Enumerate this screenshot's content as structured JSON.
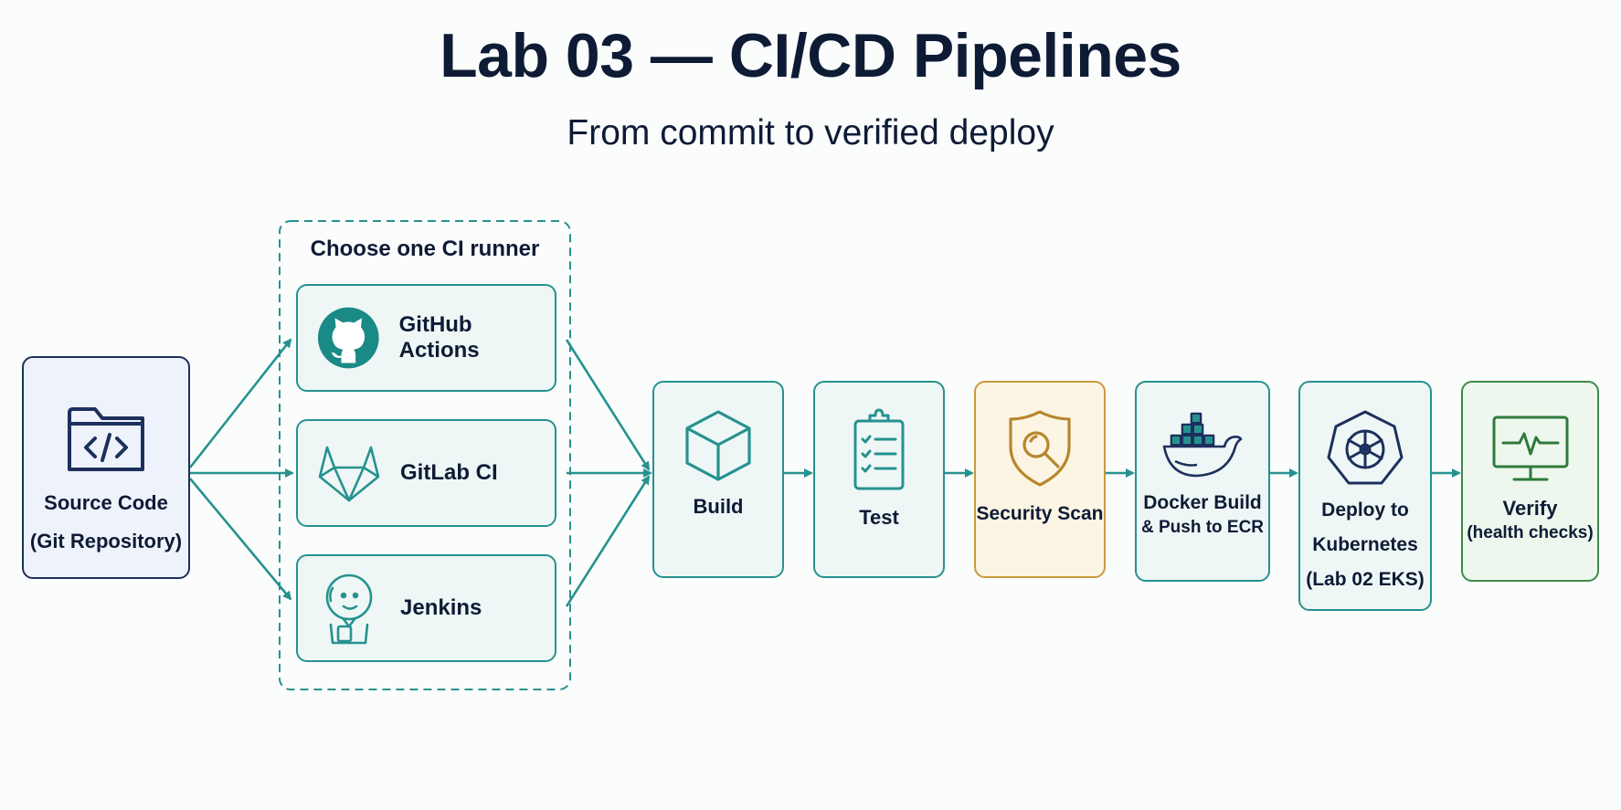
{
  "header": {
    "title": "Lab 03 — CI/CD Pipelines",
    "subtitle": "From commit to verified deploy"
  },
  "source": {
    "label": "Source Code",
    "sublabel": "(Git Repository)",
    "icon": "folder-code-icon"
  },
  "runner_group": {
    "label": "Choose one CI runner",
    "runners": [
      {
        "label": "GitHub Actions",
        "icon": "github-icon"
      },
      {
        "label": "GitLab CI",
        "icon": "gitlab-icon"
      },
      {
        "label": "Jenkins",
        "icon": "jenkins-icon"
      }
    ]
  },
  "stages": [
    {
      "label": "Build",
      "icon": "cube-icon"
    },
    {
      "label": "Test",
      "icon": "clipboard-checklist-icon"
    },
    {
      "label": "Security Scan",
      "icon": "shield-search-icon"
    },
    {
      "label": "Docker Build",
      "sublabel": "& Push to ECR",
      "icon": "docker-icon"
    },
    {
      "label": "Deploy to",
      "sublabel": "Kubernetes",
      "sublabel2": "(Lab 02 EKS)",
      "icon": "kubernetes-icon"
    },
    {
      "label": "Verify",
      "sublabel": "(health checks)",
      "icon": "monitor-pulse-icon"
    }
  ],
  "colors": {
    "teal": "#26928f",
    "navy": "#1d2f5c",
    "amber": "#c99a3d",
    "green": "#3e8a4a"
  }
}
